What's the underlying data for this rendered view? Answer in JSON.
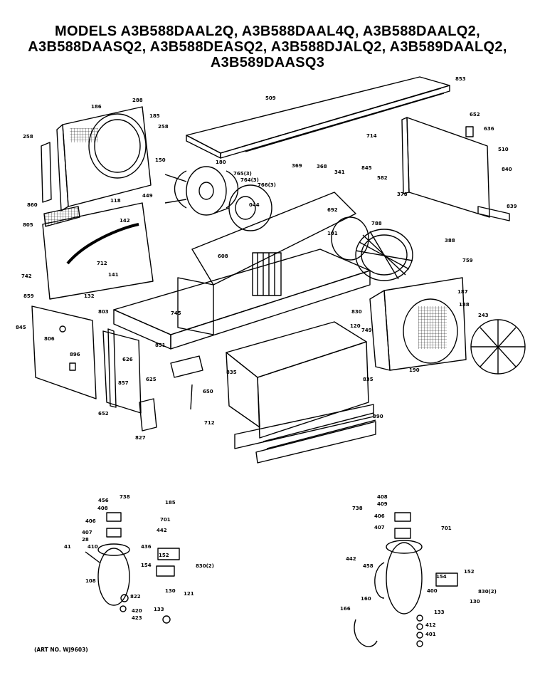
{
  "header": {
    "line1": "MODELS A3B588DAAL2Q, A3B588DAAL4Q, A3B588DAALQ2,",
    "line2": "A3B588DAASQ2, A3B588DEASQ2, A3B588DJALQ2, A3B589DAALQ2,",
    "line3": "A3B589DAASQ3"
  },
  "footer": {
    "art_no": "(ART NO. WJ9603)"
  },
  "labels": {
    "l853": "853",
    "l509": "509",
    "l652": "652",
    "l636": "636",
    "l510": "510",
    "l714": "714",
    "l186": "186",
    "l288": "288",
    "l185": "185",
    "l258": "258",
    "l180": "180",
    "l150": "150",
    "l765": "765(3)",
    "l764": "764(3)",
    "l766": "766(3)",
    "l369": "369",
    "l368": "368",
    "l341": "341",
    "l845": "845",
    "l582": "582",
    "l378": "378",
    "l840": "840",
    "l839": "839",
    "l449": "449",
    "l258b": "258",
    "l860": "860",
    "l805": "805",
    "l118": "118",
    "l142": "142",
    "l044": "044",
    "l692": "692",
    "l608": "608",
    "l101": "101",
    "l788": "788",
    "l388": "388",
    "l759": "759",
    "l742": "742",
    "l712": "712",
    "l141": "141",
    "l132": "132",
    "l745": "745",
    "l187": "187",
    "l188": "188",
    "l243": "243",
    "l859": "859",
    "l803": "803",
    "l845b": "845",
    "l806": "806",
    "l896": "896",
    "l120": "120",
    "l749": "749",
    "l830": "830",
    "l835": "835",
    "l835b": "835",
    "l851": "851",
    "l626": "626",
    "l625": "625",
    "l857": "857",
    "l652b": "652",
    "l827": "827",
    "l650": "650",
    "l712b": "712",
    "l390": "390",
    "l190": "190",
    "l738": "738",
    "l185b": "185",
    "l456": "456",
    "l408": "408",
    "l406": "406",
    "l407": "407",
    "l28": "28",
    "l410": "410",
    "l41": "41",
    "l701": "701",
    "l442": "442",
    "l436": "436",
    "l152": "152",
    "l830b": "830(2)",
    "l108": "108",
    "l154": "154",
    "l130": "130",
    "l133": "133",
    "l822": "822",
    "l420": "420",
    "l423": "423",
    "l121": "121",
    "l738b": "738",
    "l408b": "408",
    "l409": "409",
    "l406b": "406",
    "l407b": "407",
    "l701b": "701",
    "l442b": "442",
    "l458": "458",
    "l160": "160",
    "l166": "166",
    "l400": "400",
    "l154b": "154",
    "l152b": "152",
    "l830c": "830(2)",
    "l130b": "130",
    "l133b": "133",
    "l412": "412",
    "l401": "401"
  }
}
